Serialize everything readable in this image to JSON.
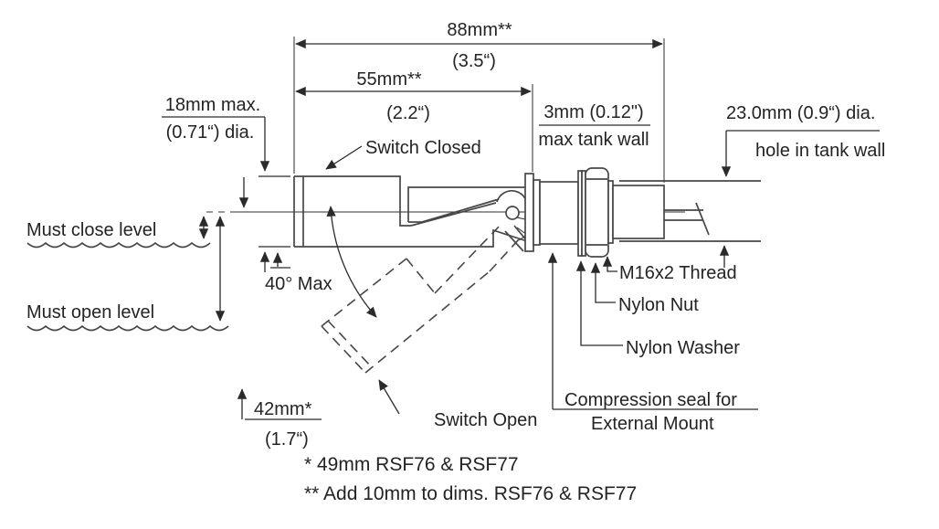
{
  "diagram": {
    "kind": "float switch mounting dimension drawing",
    "dimensions": {
      "overall_length_mm": "88mm**",
      "overall_length_in": "(3.5“)",
      "float_length_mm": "55mm**",
      "float_length_in": "(2.2“)",
      "tank_wall_line1": "3mm (0.12\")",
      "tank_wall_line2": "max tank wall",
      "float_dia_line1": "18mm max.",
      "float_dia_line2": "(0.71“) dia.",
      "hole_dia_line1": "23.0mm (0.9“) dia.",
      "hole_dia_line2": "hole in tank wall",
      "swing_angle": "40° Max",
      "drop_mm": "42mm*",
      "drop_in": "(1.7“)"
    },
    "labels": {
      "switch_closed": "Switch Closed",
      "switch_open": "Switch Open",
      "must_close_level": "Must close level",
      "must_open_level": "Must open level",
      "thread": "M16x2 Thread",
      "nut": "Nylon Nut",
      "washer": "Nylon Washer",
      "seal_line1": "Compression seal for",
      "seal_line2": "External Mount"
    },
    "footnotes": {
      "single_star": "* 49mm RSF76 & RSF77",
      "double_star": "** Add 10mm to dims. RSF76 & RSF77"
    }
  }
}
